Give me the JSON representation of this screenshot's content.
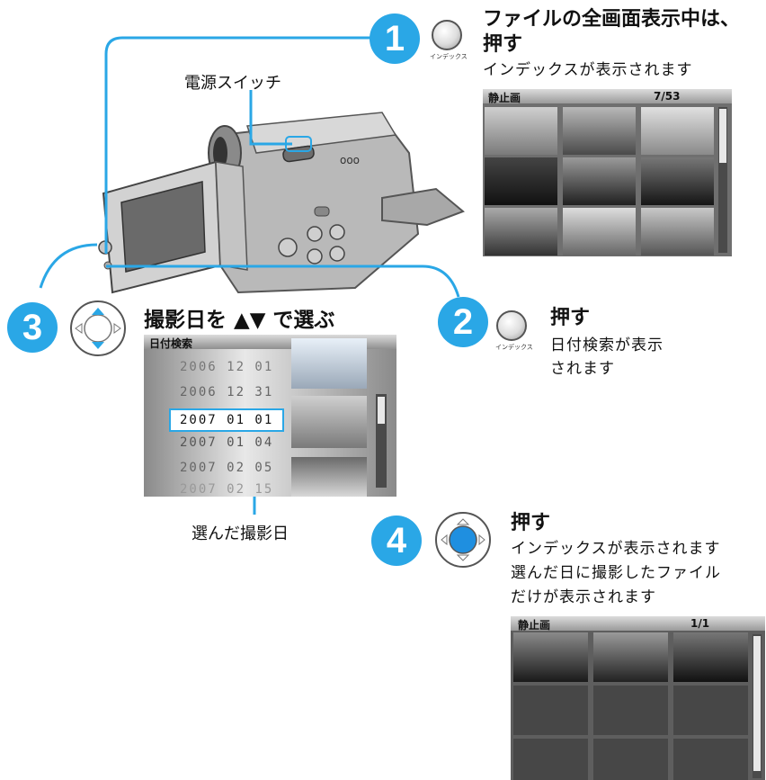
{
  "callouts": {
    "power_switch": "電源スイッチ",
    "selected_date": "選んだ撮影日"
  },
  "step1": {
    "number": "1",
    "button_caption": "インデックス",
    "heading_line1": "ファイルの全画面表示中は、",
    "heading_line2": "押す",
    "description": "インデックスが表示されます",
    "screen": {
      "title": "静止画",
      "counter": "7/53"
    }
  },
  "step2": {
    "number": "2",
    "button_caption": "インデックス",
    "heading": "押す",
    "description_line1": "日付検索が表示",
    "description_line2": "されます"
  },
  "step3": {
    "number": "3",
    "heading": "撮影日を ▲▼ で選ぶ",
    "screen": {
      "title": "日付検索",
      "dates": [
        "2006 12 01",
        "2006 12 31",
        "2007 01 01",
        "2007 01 04",
        "2007 02 05",
        "2007 02 15"
      ],
      "selected_index": 2
    }
  },
  "step4": {
    "number": "4",
    "heading": "押す",
    "line1": "インデックスが表示されます",
    "line2": "選んだ日に撮影したファイル",
    "line3": "だけが表示されます",
    "screen": {
      "title": "静止画",
      "counter": "1/1"
    }
  },
  "colors": {
    "accent": "#2aa7e6",
    "selected_dpad": "#1f8fe0"
  }
}
